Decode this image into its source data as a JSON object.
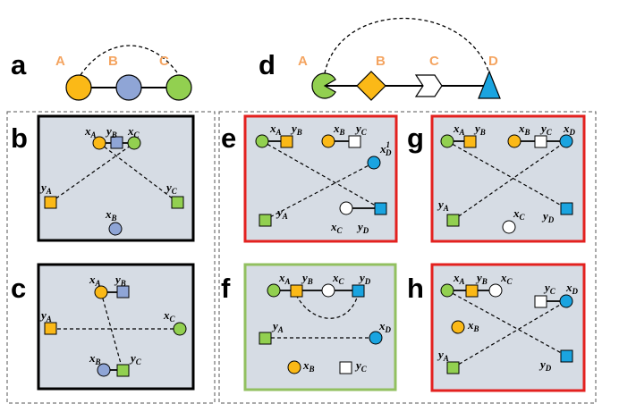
{
  "panels": {
    "a": "a",
    "b": "b",
    "c": "c",
    "d": "d",
    "e": "e",
    "f": "f",
    "g": "g",
    "h": "h"
  },
  "top_labels": {
    "A": "A",
    "B": "B",
    "C": "C",
    "D": "D"
  },
  "colors": {
    "node_yellow": "#fbb917",
    "node_blue_purple": "#8fa5d6",
    "node_green": "#92d050",
    "node_cyan": "#1aa4e0",
    "node_white": "#ffffff",
    "panel_fill": "#d6dce4",
    "label_orange": "#f4a460",
    "frame_black": "#000000",
    "frame_red": "#e3211f",
    "frame_green": "#92c060"
  }
}
